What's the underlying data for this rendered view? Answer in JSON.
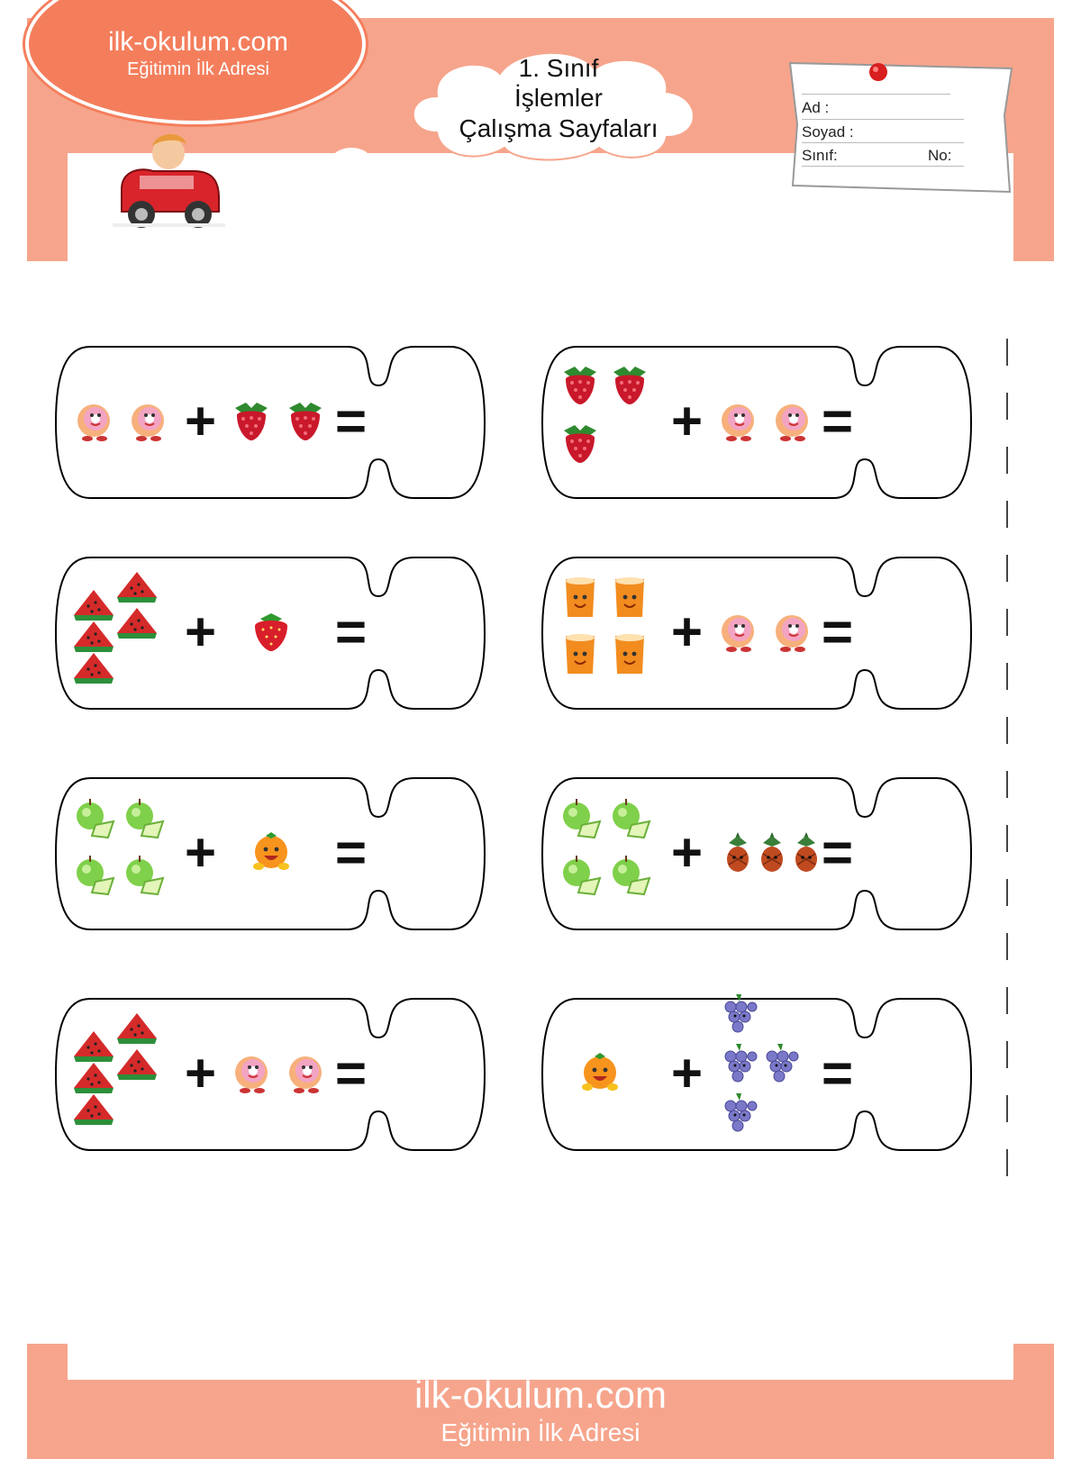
{
  "header": {
    "logo_site": "ilk-okulum.com",
    "logo_slogan": "Eğitimin İlk Adresi",
    "title_line1": "1. Sınıf",
    "title_line2": "İşlemler",
    "title_line3": "Çalışma Sayfaları"
  },
  "name_card": {
    "ad_label": "Ad :",
    "soyad_label": "Soyad :",
    "sinif_label": "Sınıf:",
    "no_label": "No:"
  },
  "operators": {
    "plus": "+",
    "equals": "="
  },
  "problems": [
    {
      "left": {
        "fruit": "grapefruit-icon",
        "count": 2
      },
      "right": {
        "fruit": "raspberry-icon",
        "count": 2
      }
    },
    {
      "left": {
        "fruit": "raspberry-icon",
        "count": 3
      },
      "right": {
        "fruit": "grapefruit-icon",
        "count": 2
      }
    },
    {
      "left": {
        "fruit": "watermelon-slice-icon",
        "count": 5
      },
      "right": {
        "fruit": "strawberry-icon",
        "count": 1
      }
    },
    {
      "left": {
        "fruit": "orange-juice-icon",
        "count": 4
      },
      "right": {
        "fruit": "grapefruit-icon",
        "count": 2
      }
    },
    {
      "left": {
        "fruit": "green-apple-icon",
        "count": 4
      },
      "right": {
        "fruit": "orange-icon",
        "count": 1
      }
    },
    {
      "left": {
        "fruit": "green-apple-icon",
        "count": 4
      },
      "right": {
        "fruit": "pineapple-icon",
        "count": 3
      }
    },
    {
      "left": {
        "fruit": "watermelon-slice-icon",
        "count": 5
      },
      "right": {
        "fruit": "grapefruit-icon",
        "count": 2
      }
    },
    {
      "left": {
        "fruit": "orange-icon",
        "count": 1
      },
      "right": {
        "fruit": "grapes-icon",
        "count": 4
      }
    }
  ],
  "footer": {
    "site": "ilk-okulum.com",
    "slogan": "Eğitimin İlk Adresi"
  },
  "colors": {
    "band": "#f6a58c",
    "logo": "#f47e5c"
  }
}
